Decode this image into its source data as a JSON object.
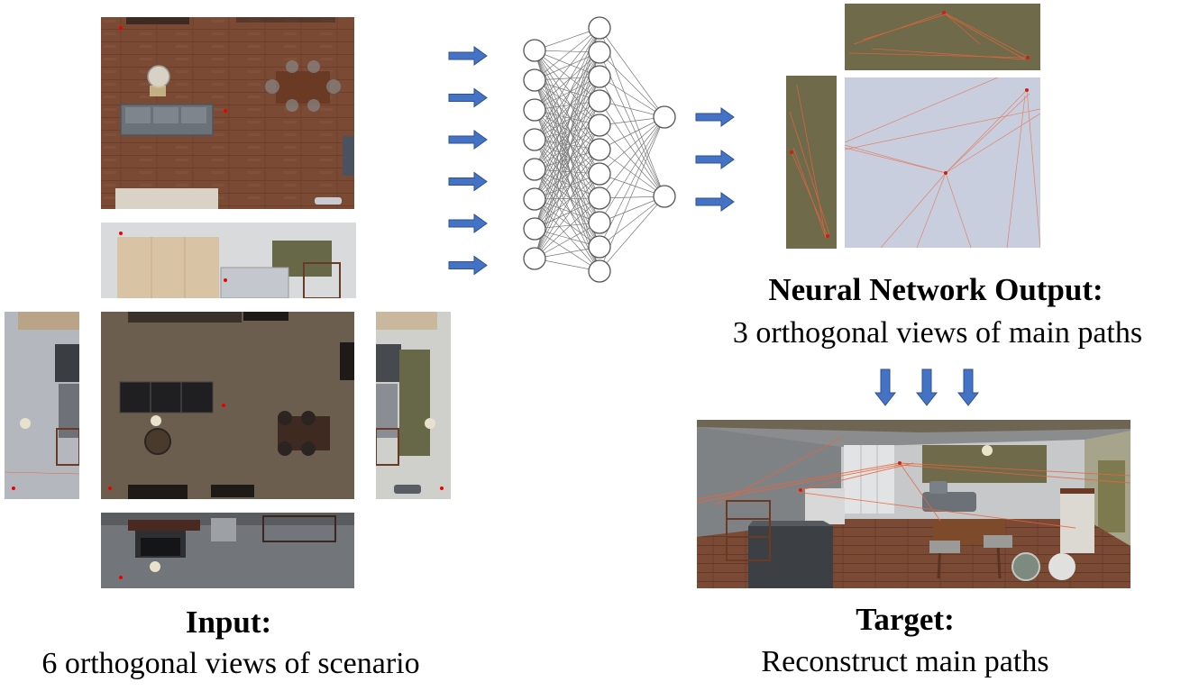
{
  "input": {
    "title": "Input:",
    "subtitle": "6 orthogonal views of scenario"
  },
  "output": {
    "title": "Neural Network Output:",
    "subtitle": "3 orthogonal views of main paths"
  },
  "target": {
    "title": "Target:",
    "subtitle": "Reconstruct main paths"
  },
  "colors": {
    "arrow_fill": "#4472c4",
    "arrow_stroke": "#2f528f",
    "floor_wood": "#7a4a35",
    "path_line": "#e8643c",
    "olive_panel": "#6e6a4a",
    "output_bg": "#c9cede"
  },
  "network": {
    "layer_sizes": [
      8,
      11,
      2
    ]
  }
}
